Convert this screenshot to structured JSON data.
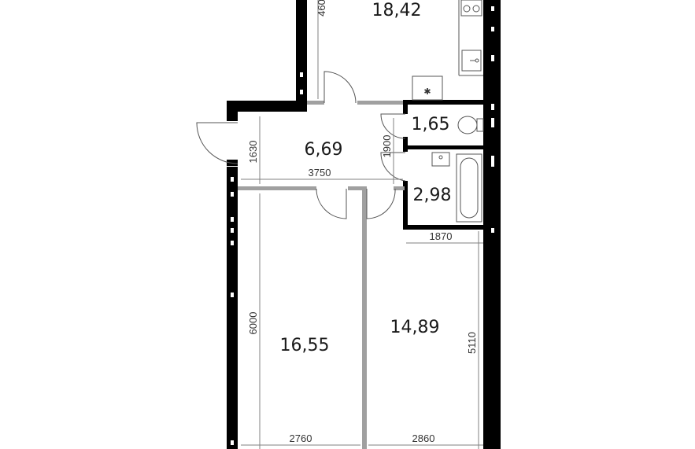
{
  "colors": {
    "wall": "#000000",
    "partition": "#a0a0a0",
    "dimension_line": "#808080",
    "fixture": "#555555",
    "text": "#1a1a1a"
  },
  "rooms": {
    "kitchen_living": {
      "area": "18,42"
    },
    "hallway": {
      "area": "6,69"
    },
    "toilet": {
      "area": "1,65"
    },
    "bathroom": {
      "area": "2,98"
    },
    "bedroom_left": {
      "area": "16,55"
    },
    "bedroom_right": {
      "area": "14,89"
    }
  },
  "dimensions": {
    "kitchen_partial_height": "460",
    "hallway_height": "1630",
    "hallway_width": "3750",
    "toilet_corridor_height": "1900",
    "bathroom_width": "1870",
    "bedroom_left_height": "6000",
    "bedroom_right_height": "5110",
    "bedroom_left_width": "2760",
    "bedroom_right_width": "2860"
  },
  "fixtures": {
    "stove": "stove-icon",
    "kitchen_sink": "sink-icon",
    "washing_machine": "washing-machine-icon",
    "toilet": "toilet-icon",
    "bath_sink": "sink-icon",
    "bathtub": "bathtub-icon"
  }
}
